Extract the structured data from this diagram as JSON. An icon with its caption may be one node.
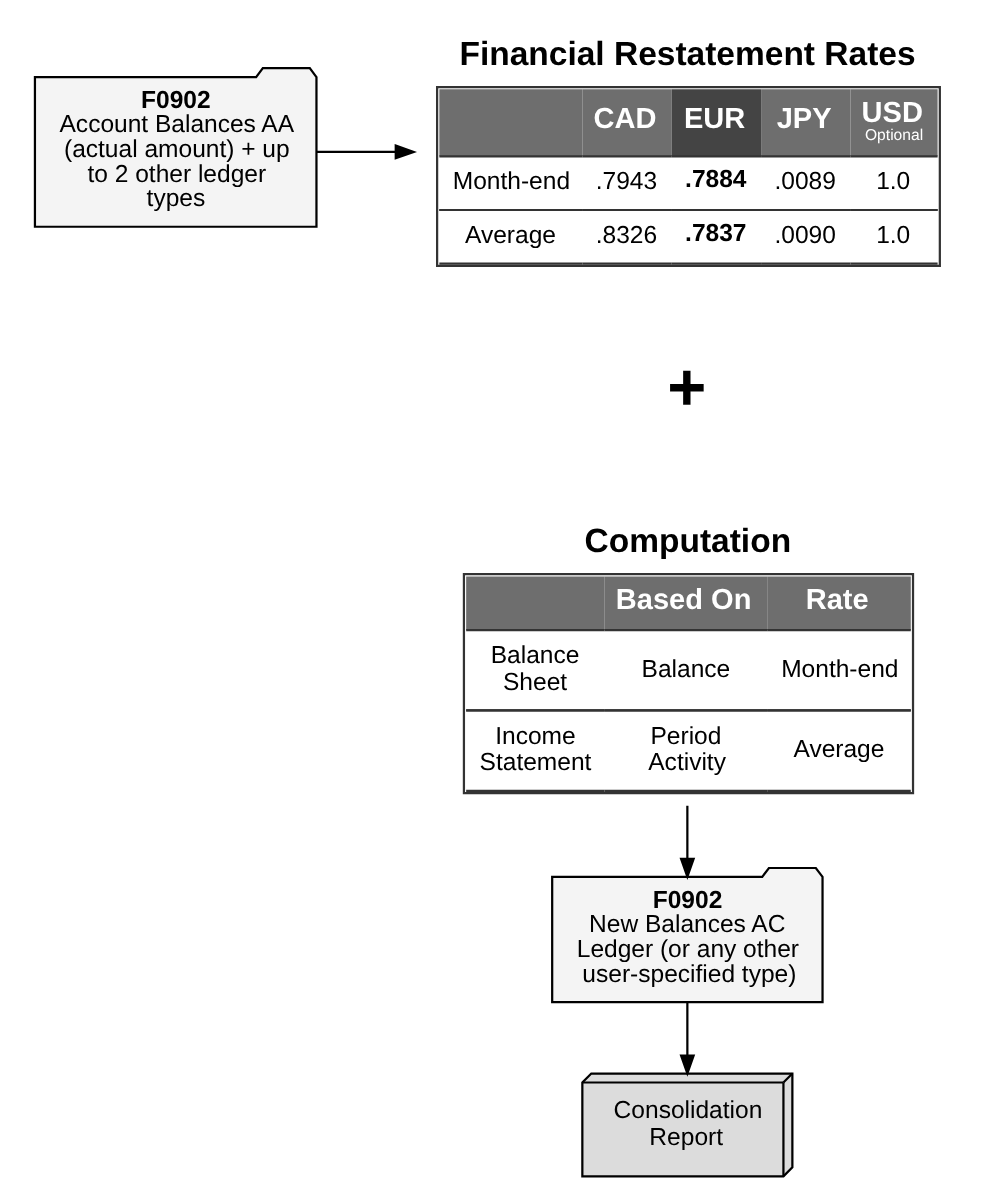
{
  "diagram": {
    "nodes": [
      {
        "text": [
          "F0902",
          "Account Balances AA (actual amount) + up to 2 other ledger types"
        ]
      },
      {
        "text": [
          "Financial Restatement Rates",
          "CAD",
          "EUR",
          "JPY",
          "USD",
          "Optional",
          "Month-end",
          ".7943",
          ".7884",
          ".0089",
          "1.0",
          "Average",
          ".8326",
          ".7837",
          ".0090",
          "1.0"
        ]
      },
      {
        "text": [
          "Computation",
          "Based On",
          "Rate",
          "Balance Sheet",
          "Balance",
          "Month-end",
          "Income Statement",
          "Period Activity",
          "Average"
        ]
      },
      {
        "text": [
          "F0902",
          "New Balances AC Ledger (or any other user-specified type)"
        ]
      },
      {
        "text": [
          "Consolidation Report"
        ]
      }
    ],
    "edges": [
      {
        "from": 0,
        "to": 1,
        "arrow": "to"
      },
      {
        "from": 2,
        "to": 3,
        "arrow": "to"
      },
      {
        "from": 3,
        "to": 4,
        "arrow": "to"
      }
    ],
    "labels": [
      "+"
    ]
  }
}
